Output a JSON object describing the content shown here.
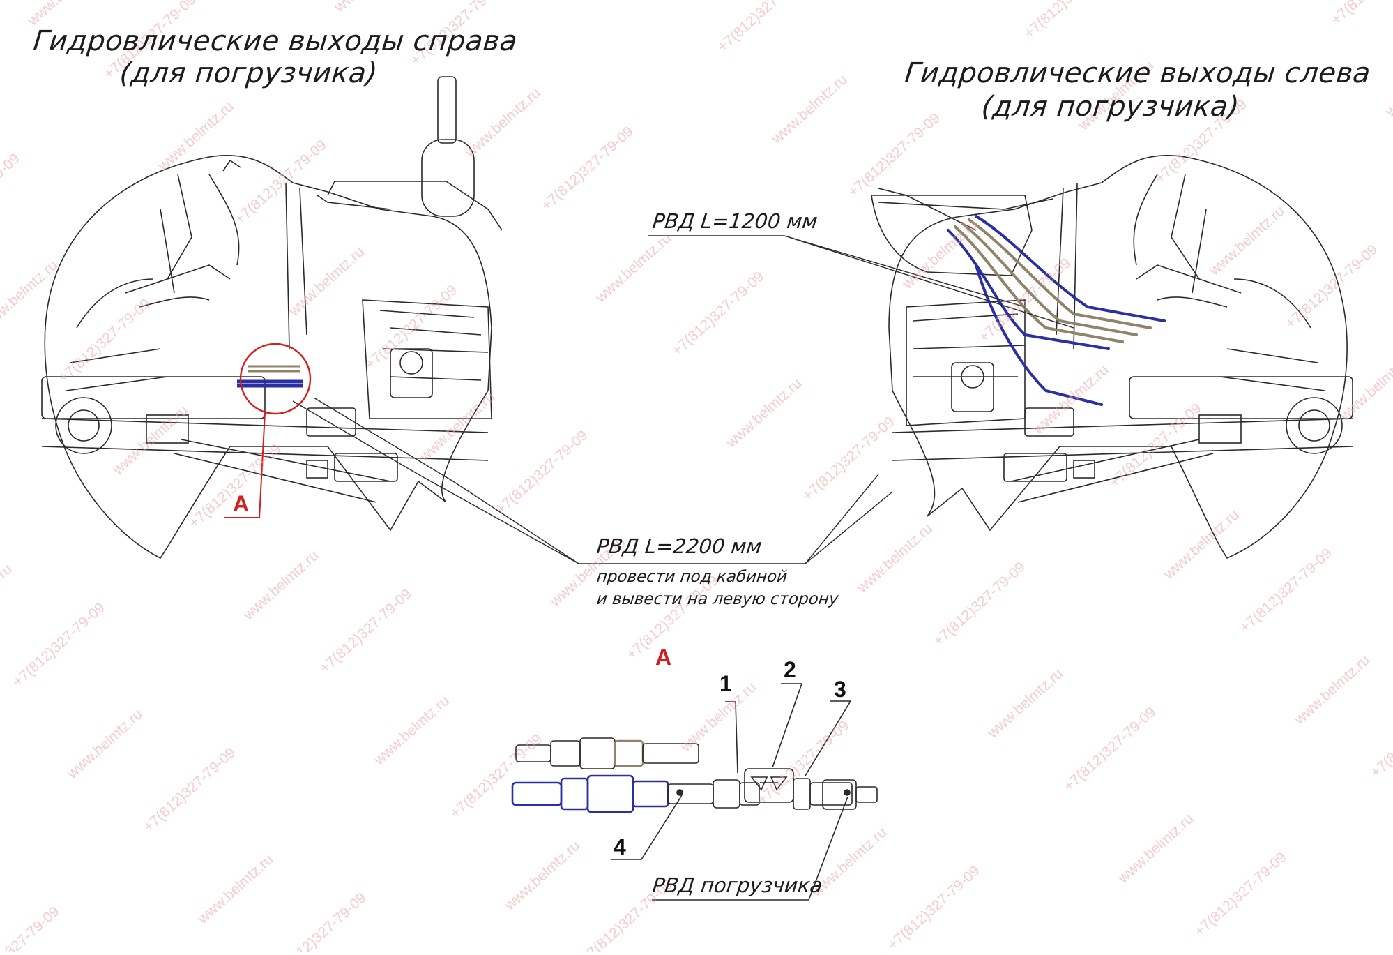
{
  "labels": {
    "title_right": [
      "Гидровлические выходы справа",
      "(для погрузчика)"
    ],
    "title_left": [
      "Гидровлические выходы слева",
      "(для погрузчика)"
    ],
    "hose_1200": "РВД L=1200 мм",
    "hose_2200": "РВД L=2200 мм",
    "hose_2200_note": [
      "провести под кабиной",
      "и вывести на левую сторону"
    ],
    "callout_a_top": "A",
    "detail_a_title": "A",
    "part_numbers": [
      "1",
      "2",
      "3",
      "4"
    ],
    "loader_hose": "РВД погрузчика"
  },
  "watermarks": [
    "www.belmtz.ru",
    "+7(812)327-79-09"
  ],
  "colors": {
    "line": "#2a2a2a",
    "accent_red": "#d61e1e",
    "hose_blue": "#2a2fa3",
    "hose_tan": "#8f836a",
    "watermark": "#e8a3a3"
  },
  "icons": [
    "drain-valve-icon",
    "quick-coupler-icon",
    "hose-fitting-icon"
  ]
}
